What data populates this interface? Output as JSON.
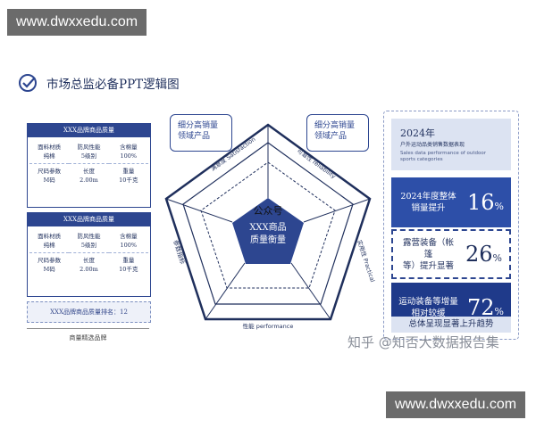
{
  "watermark": {
    "top": "www.dwxxedu.com",
    "bottom": "www.dwxxedu.com"
  },
  "title": "市场总监必备PPT逻辑图",
  "cards": [
    {
      "header": "XXX品牌商品质量",
      "cells": [
        "面料材质\n纯棉",
        "防风性能\n5级别",
        "含棉量\n100%",
        "尺码参数\nM码",
        "长度\n2.00m",
        "重量\n10千克"
      ]
    },
    {
      "header": "XXX品牌商品质量",
      "cells": [
        "面料材质\n纯棉",
        "防风性能\n5级别",
        "含棉量\n100%",
        "尺码参数\nM码",
        "长度\n2.00m",
        "重量\n10千克"
      ]
    }
  ],
  "rank_text": "XXX品牌商品质量排名：12",
  "caption": "商量精选品牌",
  "bubbles": {
    "left": "细分高销量\n领域产品",
    "right": "细分高销量\n领域产品"
  },
  "radar": {
    "center": "XXX商品\n质量衡量",
    "overlay": "公众号",
    "labels": {
      "top_left": "满意度 Satisfaction",
      "top_right": "可靠性 reliability",
      "right": "实用性 Practical",
      "bottom": "性能 performance",
      "left": "参数指标"
    }
  },
  "right_panel": {
    "year": "2024年",
    "subtitle": "户外运动品类销售数据表现",
    "english": "Sales data performance of outdoor sports categories",
    "stats": [
      {
        "label": "2024年度整体\n销量提升",
        "value": "16",
        "unit": "%"
      },
      {
        "label": "露营装备（帐篷\n等）提升显著",
        "value": "26",
        "unit": "%"
      },
      {
        "label": "运动装备等增量\n相对较缓",
        "value": "72",
        "unit": "%"
      }
    ],
    "trend": "总体呈现显著上升趋势"
  },
  "zhihu_watermark": "知乎 @知否大数据报告集",
  "colors": {
    "primary": "#2d4690",
    "dark": "#1f3a8a",
    "light": "#dce3f2"
  }
}
